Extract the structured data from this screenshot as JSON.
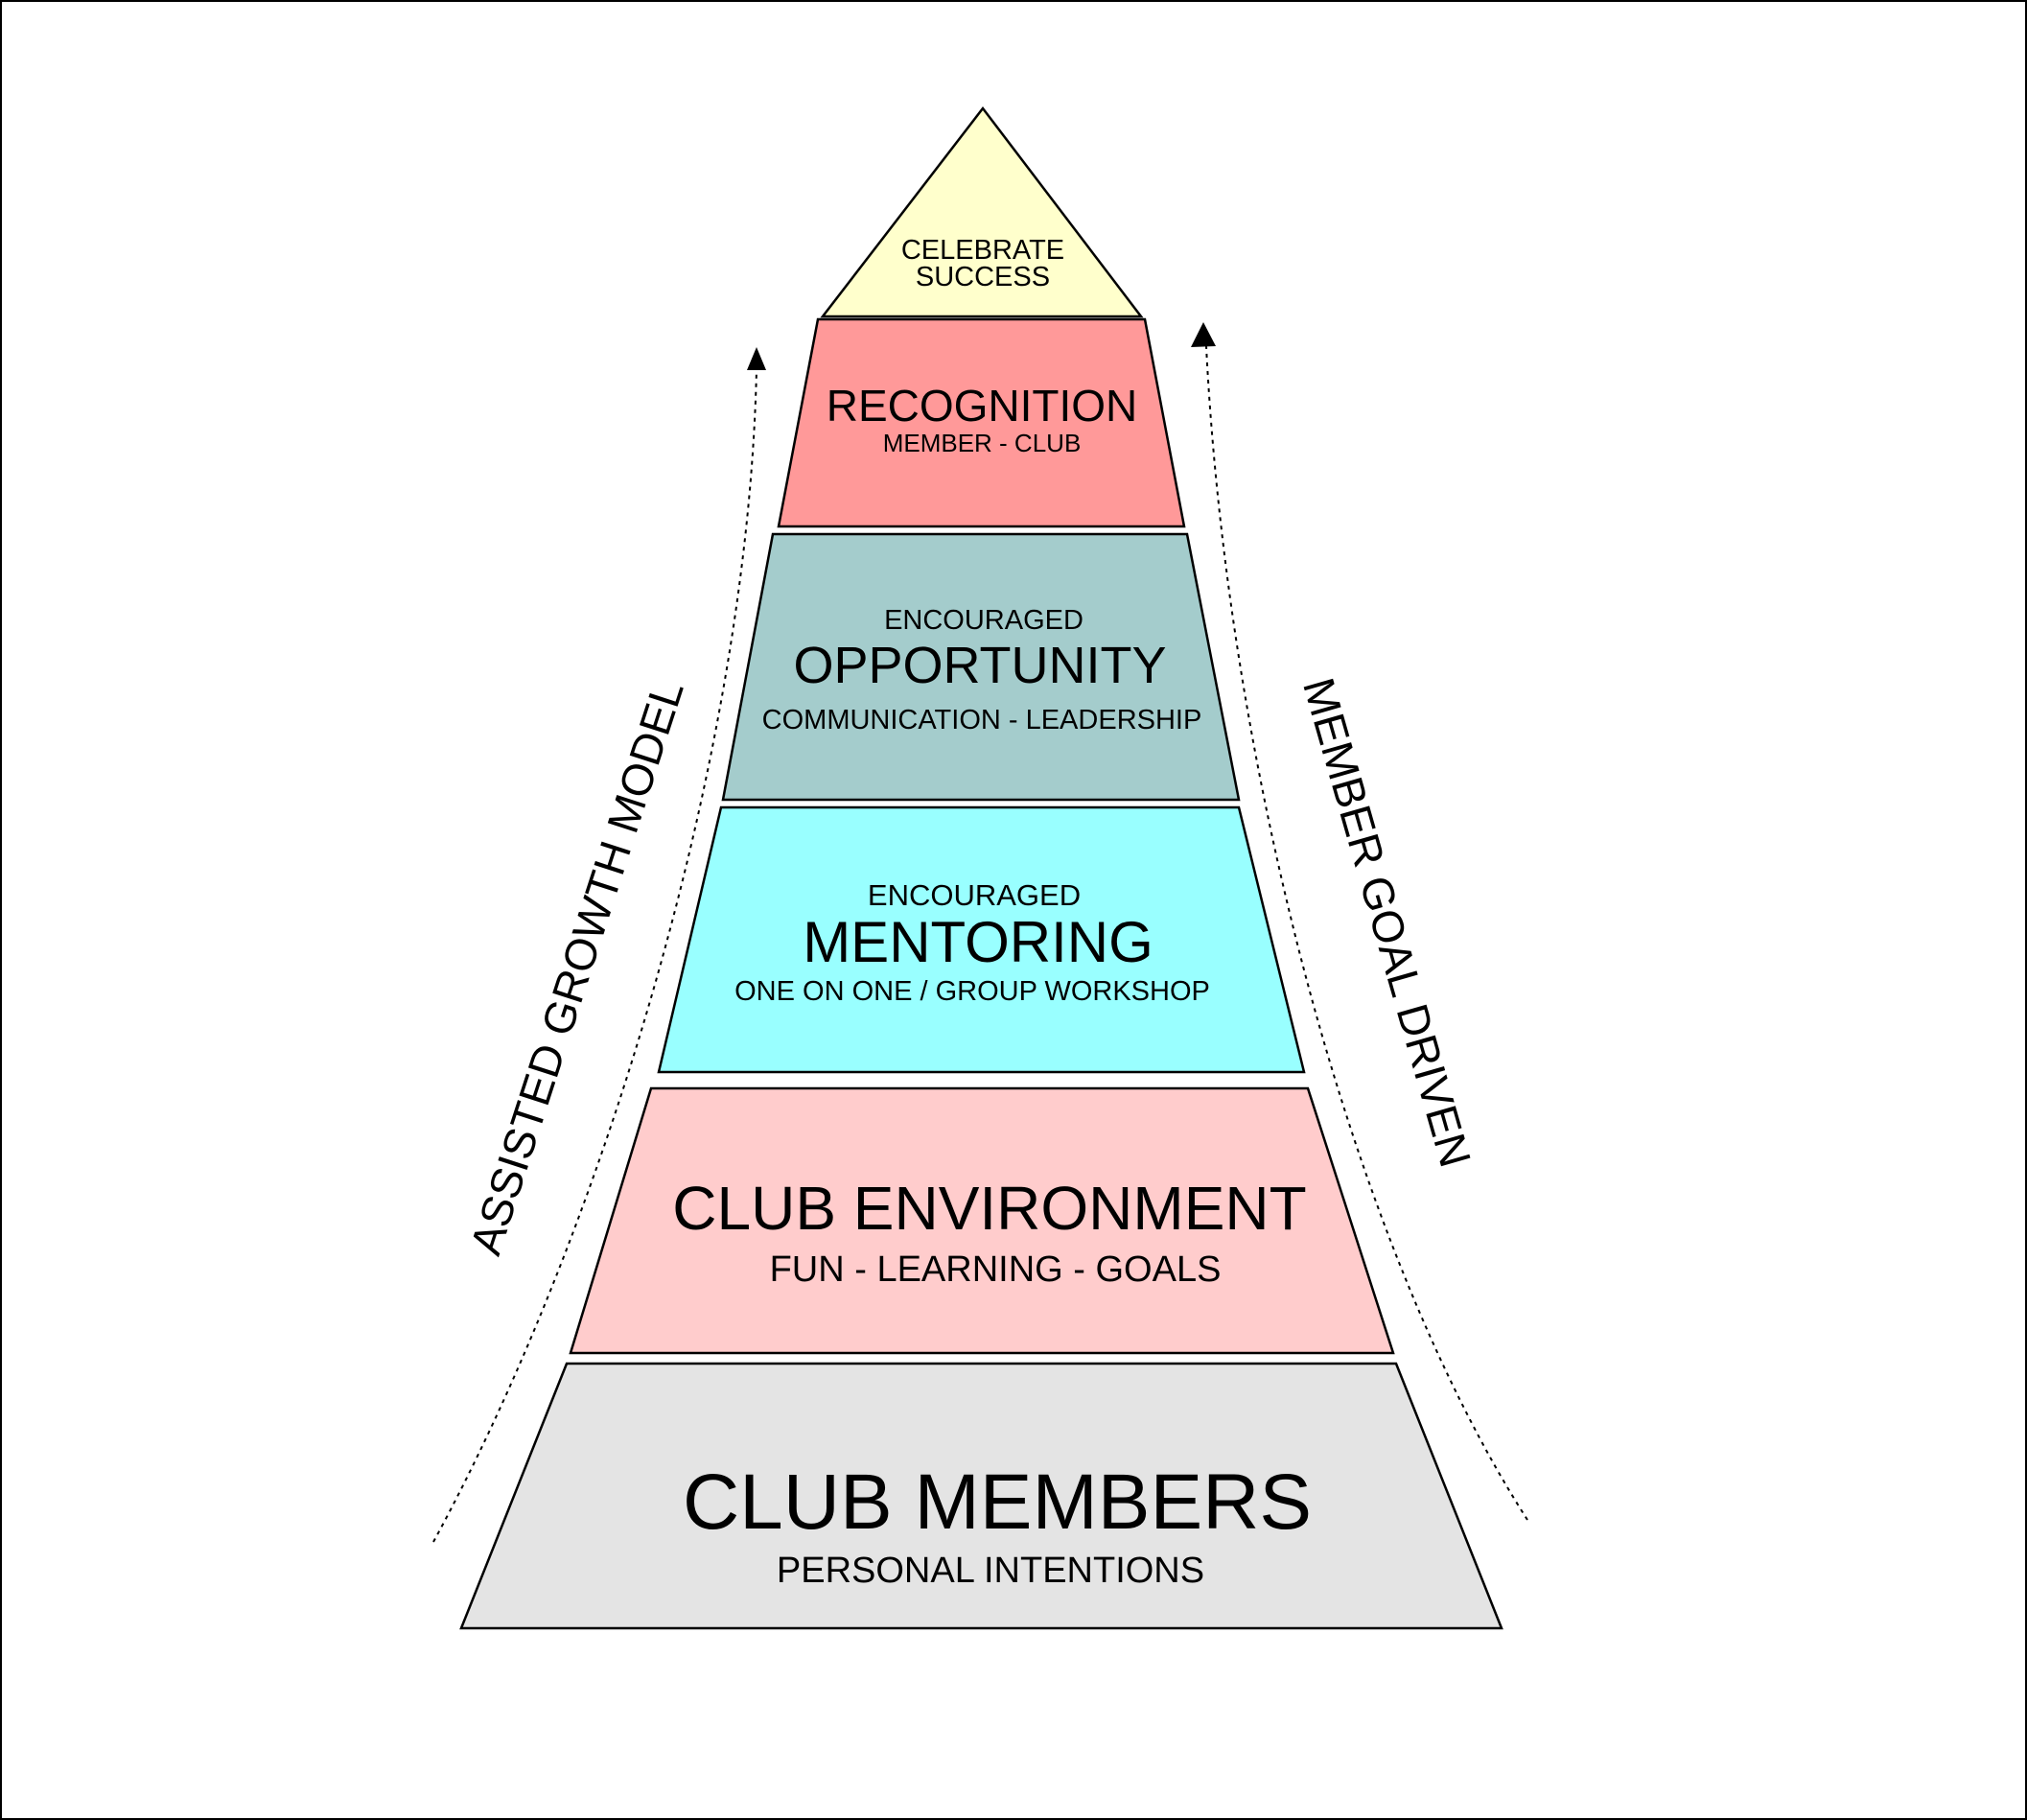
{
  "pyramid": {
    "apex": {
      "lines": [
        "CELEBRATE",
        "SUCCESS"
      ],
      "color": "#ffffcc"
    },
    "recognition": {
      "title": "RECOGNITION",
      "subtitle": "MEMBER - CLUB",
      "color": "#ff9999"
    },
    "opportunity": {
      "eyebrow": "ENCOURAGED",
      "title": "OPPORTUNITY",
      "subtitle": "COMMUNICATION - LEADERSHIP",
      "color": "#a4cccc"
    },
    "mentoring": {
      "eyebrow": "ENCOURAGED",
      "title": "MENTORING",
      "subtitle": "ONE ON ONE / GROUP WORKSHOP",
      "color": "#99ffff"
    },
    "environment": {
      "title": "CLUB ENVIRONMENT",
      "subtitle": "FUN - LEARNING - GOALS",
      "color": "#ffcccc"
    },
    "members": {
      "title": "CLUB MEMBERS",
      "subtitle": "PERSONAL INTENTIONS",
      "color": "#e4e4e4"
    }
  },
  "side_labels": {
    "left": "ASSISTED GROWTH MODEL",
    "right": "MEMBER GOAL DRIVEN"
  }
}
